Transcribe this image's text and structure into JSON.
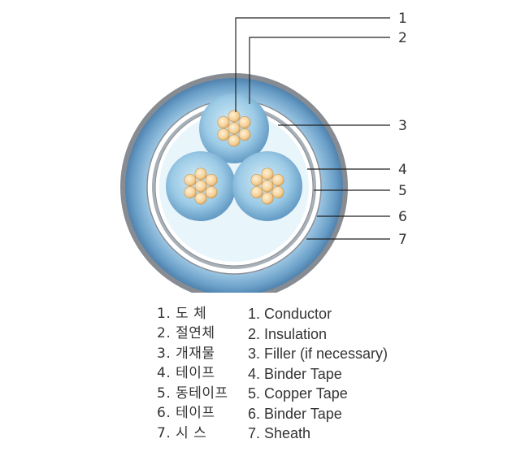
{
  "callouts": [
    "1",
    "2",
    "3",
    "4",
    "5",
    "6",
    "7"
  ],
  "legend": [
    {
      "ko": "1. 도   체",
      "en": "1. Conductor"
    },
    {
      "ko": "2. 절연체",
      "en": "2. Insulation"
    },
    {
      "ko": "3. 개재물",
      "en": "3. Filler (if necessary)"
    },
    {
      "ko": "4. 테이프",
      "en": "4. Binder Tape"
    },
    {
      "ko": "5. 동테이프",
      "en": "5. Copper Tape"
    },
    {
      "ko": "6. 테이프",
      "en": "6. Binder Tape"
    },
    {
      "ko": "7. 시   스",
      "en": "7. Sheath"
    }
  ],
  "colors": {
    "sheath": "#5f94bf",
    "sheath_rim": "#8a8f96",
    "tape": "#ffffff",
    "copper_tape": "#9aa3aa",
    "filler": "#e6f4fa",
    "insulation": "#6fa9cf",
    "conductor": "#f2c78f",
    "leader": "#222222"
  }
}
